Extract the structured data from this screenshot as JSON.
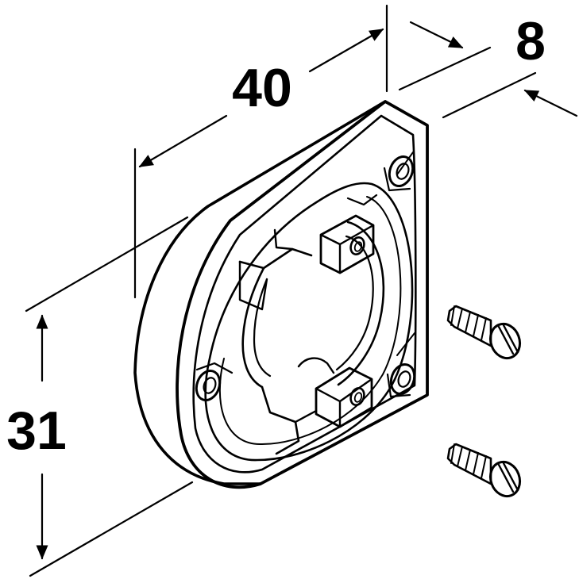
{
  "dimensions": {
    "width": "40",
    "depth": "8",
    "height": "31"
  },
  "colors": {
    "line": "#000000",
    "background": "#ffffff"
  },
  "parts": {
    "mount": "oval-mounting-plate",
    "screws": [
      "countersunk-screw",
      "countersunk-screw"
    ]
  }
}
